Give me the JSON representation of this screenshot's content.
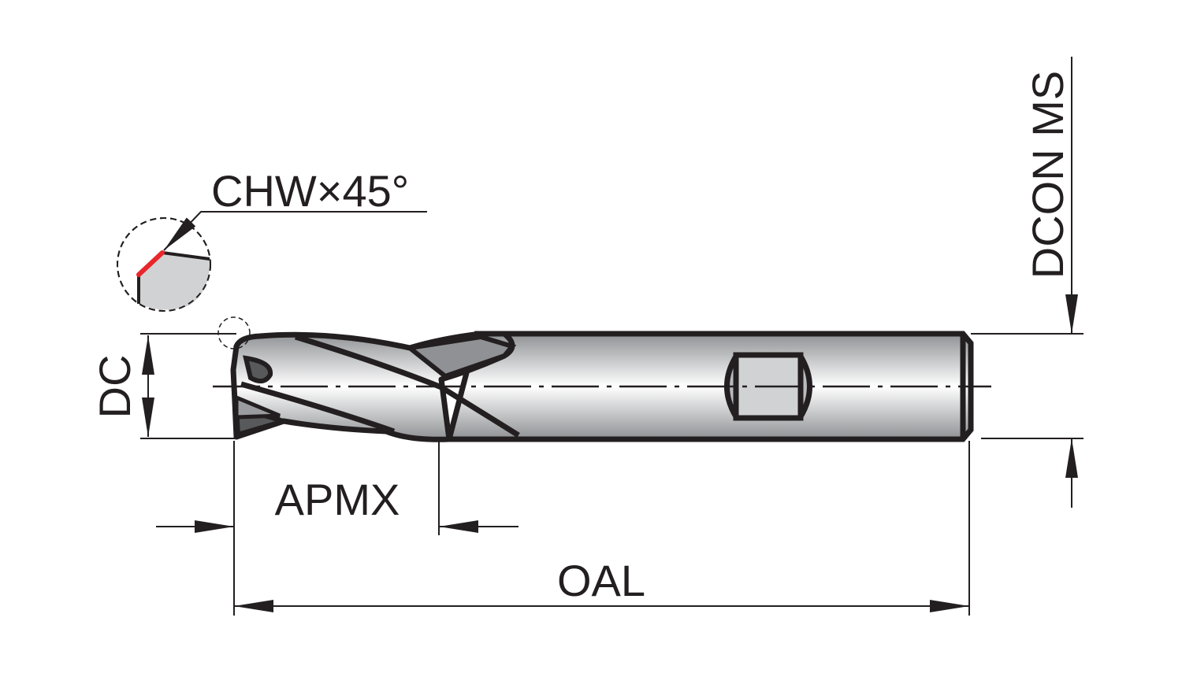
{
  "labels": {
    "chamfer": "CHW×45°",
    "cutting_diameter": "DC",
    "max_depth_of_cut": "APMX",
    "overall_length": "OAL",
    "shank_diameter": "DCON MS"
  },
  "colors": {
    "outline": "#231f20",
    "chamfer_highlight": "#e8262b",
    "detail_fill": "#d1d2d4"
  }
}
